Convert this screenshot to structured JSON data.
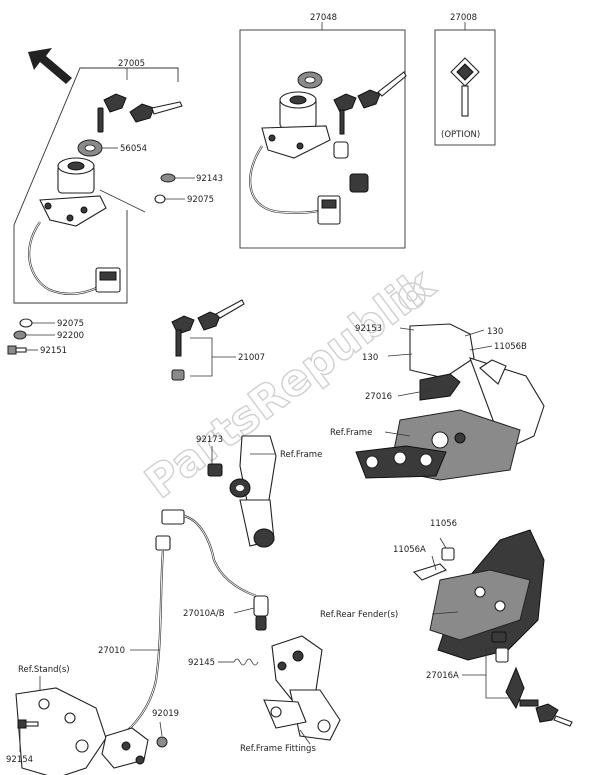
{
  "watermark": "PartsRepublik",
  "arrow_color": "#222222",
  "labels": {
    "p27005": "27005",
    "p56054": "56054",
    "p92143": "92143",
    "p92075a": "92075",
    "p92075b": "92075",
    "p92200": "92200",
    "p92151": "92151",
    "p27048": "27048",
    "p27008": "27008",
    "option": "(OPTION)",
    "p21007": "21007",
    "p92153": "92153",
    "p130a": "130",
    "p130b": "130",
    "p11056b": "11056B",
    "p27016": "27016",
    "ref_frame_right": "Ref.Frame",
    "p92173": "92173",
    "ref_frame_mid": "Ref.Frame",
    "p11056": "11056",
    "p11056a": "11056A",
    "ref_rear_fender": "Ref.Rear Fender(s)",
    "p27010ab": "27010A/B",
    "p27010": "27010",
    "p92145": "92145",
    "ref_stand": "Ref.Stand(s)",
    "p92019": "92019",
    "p92154": "92154",
    "p27016a": "27016A",
    "ref_frame_fittings": "Ref.Frame Fittings"
  }
}
